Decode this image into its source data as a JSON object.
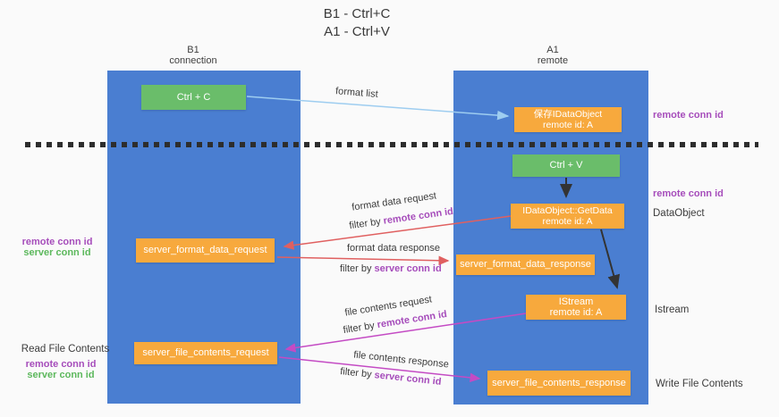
{
  "title": {
    "line1": "B1 - Ctrl+C",
    "line2": "A1 - Ctrl+V"
  },
  "lifelines": {
    "b1": {
      "name": "B1",
      "subtitle": "connection"
    },
    "a1": {
      "name": "A1",
      "subtitle": "remote"
    }
  },
  "nodes": {
    "ctrl_c": {
      "label": "Ctrl + C"
    },
    "save_idataobject": {
      "line1": "保存IDataObject",
      "line2": "remote id: A"
    },
    "ctrl_v": {
      "label": "Ctrl + V"
    },
    "getdata": {
      "line1": "IDataObject::GetData",
      "line2": "remote id: A"
    },
    "server_format_data_request": {
      "label": "server_format_data_request"
    },
    "server_format_data_response": {
      "label": "server_format_data_response"
    },
    "istream": {
      "line1": "IStream",
      "line2": "remote id: A"
    },
    "server_file_contents_request": {
      "label": "server_file_contents_request"
    },
    "server_file_contents_response": {
      "label": "server_file_contents_response"
    }
  },
  "messages": {
    "format_list": {
      "label": "format list"
    },
    "format_data_request": {
      "label": "format data request",
      "filter_prefix": "filter by ",
      "filter_key": "remote conn id"
    },
    "format_data_response": {
      "label": "format data response",
      "filter_prefix": "filter by ",
      "filter_key": "server conn id"
    },
    "file_contents_request": {
      "label": "file contents request",
      "filter_prefix": "filter by ",
      "filter_key": "remote conn id"
    },
    "file_contents_response": {
      "label": "file contents response",
      "filter_prefix": "filter by ",
      "filter_key": "server conn id"
    }
  },
  "annotations": {
    "right_remote_conn_id_top": "remote conn id",
    "right_remote_conn_id_mid": "remote conn id",
    "right_dataobject": "DataObject",
    "right_istream": "Istream",
    "right_write_file_contents": "Write File Contents",
    "left_remote_conn_id_format": "remote conn id",
    "left_server_conn_id_format": "server conn id",
    "left_read_file_contents": "Read File Contents",
    "left_remote_conn_id_file": "remote conn id",
    "left_server_conn_id_file": "server conn id"
  },
  "colors": {
    "lifeline_blue": "#4a7ed1",
    "node_green": "#6abd6a",
    "node_orange": "#f7a93d",
    "arrow_red": "#e06060",
    "arrow_magenta": "#c44bc4",
    "arrow_lightblue": "#9ecdf0",
    "arrow_black": "#333333",
    "text_purple": "#a64dbb",
    "text_green": "#5cb85c",
    "dashed_separator": "#2d2d2d",
    "background": "#fafafa"
  }
}
